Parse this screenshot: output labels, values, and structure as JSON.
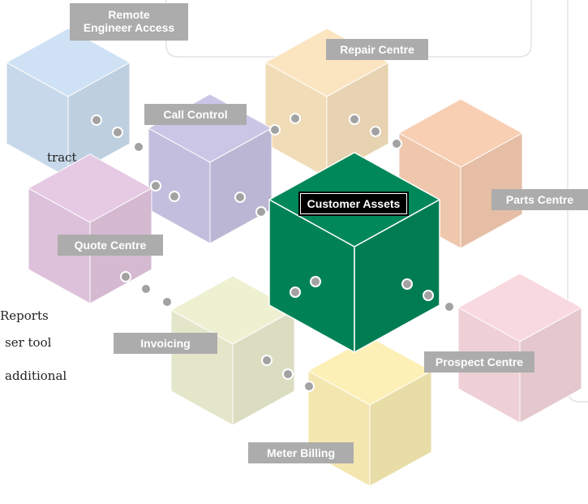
{
  "diagram": {
    "center_module": "Customer Assets",
    "modules": [
      {
        "id": "remote-engineer-access",
        "label": "Remote\nEngineer Access",
        "color": "#cfe1f4"
      },
      {
        "id": "repair-centre",
        "label": "Repair Centre",
        "color": "#fbe5c0"
      },
      {
        "id": "call-control",
        "label": "Call Control",
        "color": "#cbc6e6"
      },
      {
        "id": "parts-centre",
        "label": "Parts Centre",
        "color": "#f9cfb3"
      },
      {
        "id": "customer-assets",
        "label": "Customer Assets",
        "color": "#00875a"
      },
      {
        "id": "quote-centre",
        "label": "Quote Centre",
        "color": "#e6c9e3"
      },
      {
        "id": "invoicing",
        "label": "Invoicing",
        "color": "#eef0d2"
      },
      {
        "id": "prospect-centre",
        "label": "Prospect Centre",
        "color": "#f8d9df"
      },
      {
        "id": "meter-billing",
        "label": "Meter Billing",
        "color": "#fdf0b6"
      }
    ],
    "dot_color": "#a2a2a2",
    "label_bg": "#acacac"
  },
  "side_text": {
    "line1": "tract",
    "line2": "Reports",
    "line3": "ser tool",
    "line4": "additional"
  }
}
